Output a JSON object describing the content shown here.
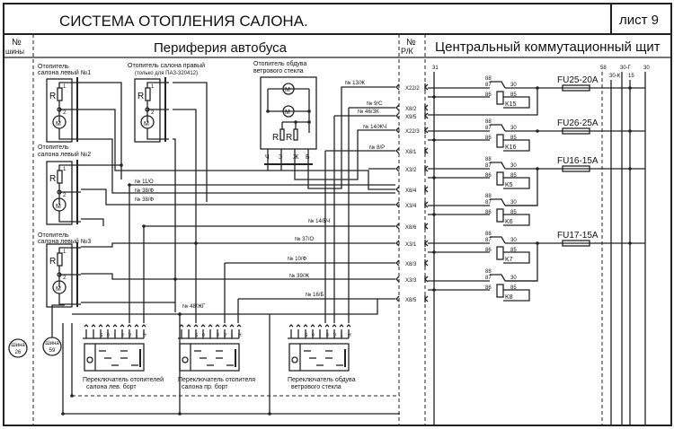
{
  "title": "СИСТЕМА ОТОПЛЕНИЯ САЛОНА.",
  "sheet": "лист 9",
  "header": {
    "bus_no_top": "№",
    "bus_no_bottom": "шины",
    "periphery": "Периферия автобуса",
    "rk_top": "№",
    "rk_bottom": "Р/К",
    "central": "Центральный коммутационный щит"
  },
  "heaters": [
    {
      "title_1": "Отопитель",
      "title_2": "салона левый №1"
    },
    {
      "title_1": "Отопитель",
      "title_2": "салона левый №2"
    },
    {
      "title_1": "Отопитель",
      "title_2": "салона левый №3"
    },
    {
      "title_1": "Отопитель салона правый",
      "title_2": "(только для ПАЗ-320412)"
    }
  ],
  "windshield_heater": {
    "title_1": "Отопитель обдува",
    "title_2": "ветрового стекла",
    "pins": [
      "Ч",
      "З",
      "Ж",
      "Б"
    ]
  },
  "component_labels": {
    "resistor": "R",
    "motor": "M",
    "pin1": "1",
    "pin2": "2"
  },
  "wires": [
    {
      "label": "№ 13/Ж"
    },
    {
      "label": "№ 9/С"
    },
    {
      "label": "№ 46/ЗК"
    },
    {
      "label": "№ 14/ЖЧ"
    },
    {
      "label": "№ 8/Р"
    },
    {
      "label": "№ 11/О"
    },
    {
      "label": "№ 38/Ф"
    },
    {
      "label": "№ 38/Ф"
    },
    {
      "label": "№ 14/БЧ"
    },
    {
      "label": "№ 37/О"
    },
    {
      "label": "№ 10/Ф"
    },
    {
      "label": "№ 39/Ж"
    },
    {
      "label": "№ 16/Б"
    },
    {
      "label": "№ 48/ЖГ"
    }
  ],
  "connectors": [
    "X22/2",
    "X8/2",
    "X9/5",
    "X22/3",
    "X8/1",
    "X3/2",
    "X8/4",
    "X3/4",
    "X8/6",
    "X3/1",
    "X8/3",
    "X3/3",
    "X8/5"
  ],
  "bus_lines": [
    "31",
    "58",
    "30-К",
    "30-Г",
    "15",
    "30"
  ],
  "relays": [
    {
      "name": "K15"
    },
    {
      "name": "K16"
    },
    {
      "name": "K5"
    },
    {
      "name": "K6"
    },
    {
      "name": "K7"
    },
    {
      "name": "K8"
    }
  ],
  "relay_pins": [
    "88",
    "87",
    "86",
    "30",
    "85"
  ],
  "fuses": [
    "FU25-20A",
    "FU26-25A",
    "FU16-15A",
    "FU17-15A"
  ],
  "switches": [
    {
      "line1": "Переключатель отопителей",
      "line2": "салона лев. борт"
    },
    {
      "line1": "Переключатель отопителя",
      "line2": "салона пр. борт"
    },
    {
      "line1": "Переключатель обдува",
      "line2": "ветрового стекла"
    }
  ],
  "switch_pins": [
    "S",
    "0",
    "I",
    "II",
    "V",
    "L",
    "H"
  ],
  "buses": [
    {
      "line1": "Шина",
      "line2": "26"
    },
    {
      "line1": "Шина",
      "line2": "59"
    }
  ]
}
